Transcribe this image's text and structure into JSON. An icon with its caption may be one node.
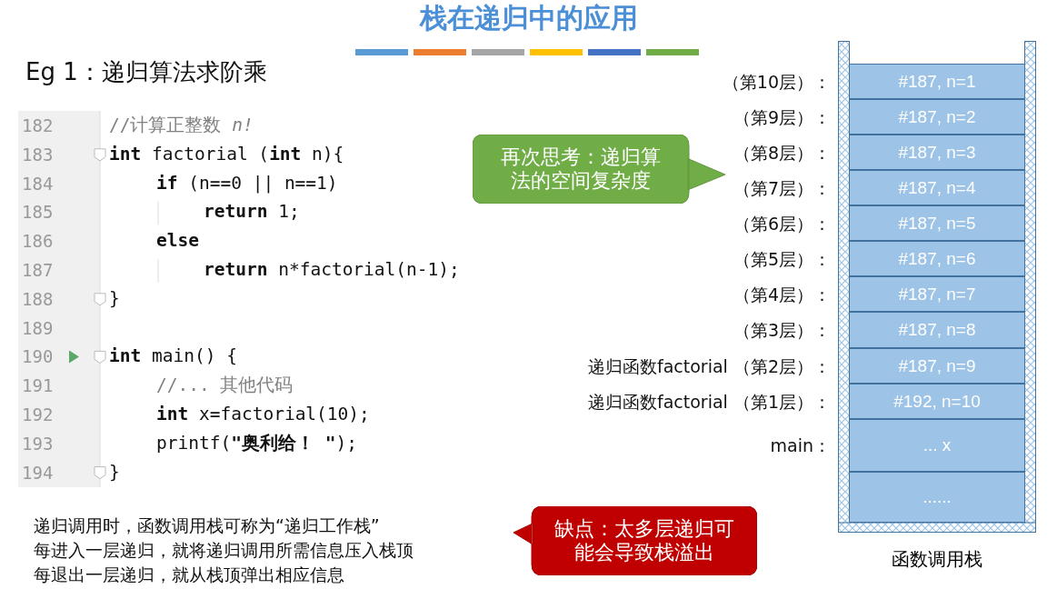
{
  "diagram": {
    "title": "栈在递归中的应用",
    "nodes": [
      {
        "text": [
          "函数调用栈"
        ]
      },
      {
        "text": [
          "#187, n=1"
        ],
        "in": 0,
        "beside": [
          "（第10层）："
        ]
      },
      {
        "text": [
          "#187, n=2"
        ],
        "in": 0,
        "beside": [
          "（第9层）："
        ]
      },
      {
        "text": [
          "#187, n=3"
        ],
        "in": 0,
        "beside": [
          "（第8层）："
        ]
      },
      {
        "text": [
          "#187, n=4"
        ],
        "in": 0,
        "beside": [
          "（第7层）："
        ]
      },
      {
        "text": [
          "#187, n=5"
        ],
        "in": 0,
        "beside": [
          "（第6层）："
        ]
      },
      {
        "text": [
          "#187, n=6"
        ],
        "in": 0,
        "beside": [
          "（第5层）："
        ]
      },
      {
        "text": [
          "#187, n=7"
        ],
        "in": 0,
        "beside": [
          "（第4层）："
        ]
      },
      {
        "text": [
          "#187, n=8"
        ],
        "in": 0,
        "beside": [
          "（第3层）："
        ]
      },
      {
        "text": [
          "#187, n=9"
        ],
        "in": 0,
        "beside": [
          "递归函数factorial （第2层）："
        ]
      },
      {
        "text": [
          "#192, n=10"
        ],
        "in": 0,
        "beside": [
          "递归函数factorial （第1层）："
        ]
      },
      {
        "text": [
          "... x"
        ],
        "in": 0,
        "beside": [
          "main："
        ]
      },
      {
        "text": [
          "......"
        ],
        "in": 0
      },
      {
        "text": [
          "再次思考：递归算法的空间复杂度"
        ]
      },
      {
        "text": [
          "缺点：太多层递归可能会导致栈溢出"
        ]
      }
    ],
    "labels": [
      "Eg 1：递归算法求阶乘",
      "182",
      "//计算正整数 *n!*",
      "183",
      "**int** factorial (**int** n){",
      "184",
      "**if** (n==0 || n==1)",
      "185",
      "**return** 1;",
      "186",
      "**else**",
      "187",
      "**return** n*factorial(n-1);",
      "188",
      "}",
      "189",
      "190",
      "**int** main() {",
      "191",
      "//... 其他代码",
      "192",
      "**int** x=factorial(10);",
      "193",
      "printf(**\"奥利给！ \"**);",
      "194",
      "}",
      "递归调用时，函数调用栈可称为“递归工作栈”",
      "每进入一层递归，就将递归调用所需信息压入栈顶",
      "每退出一层递归，就从栈顶弹出相应信息"
    ]
  }
}
